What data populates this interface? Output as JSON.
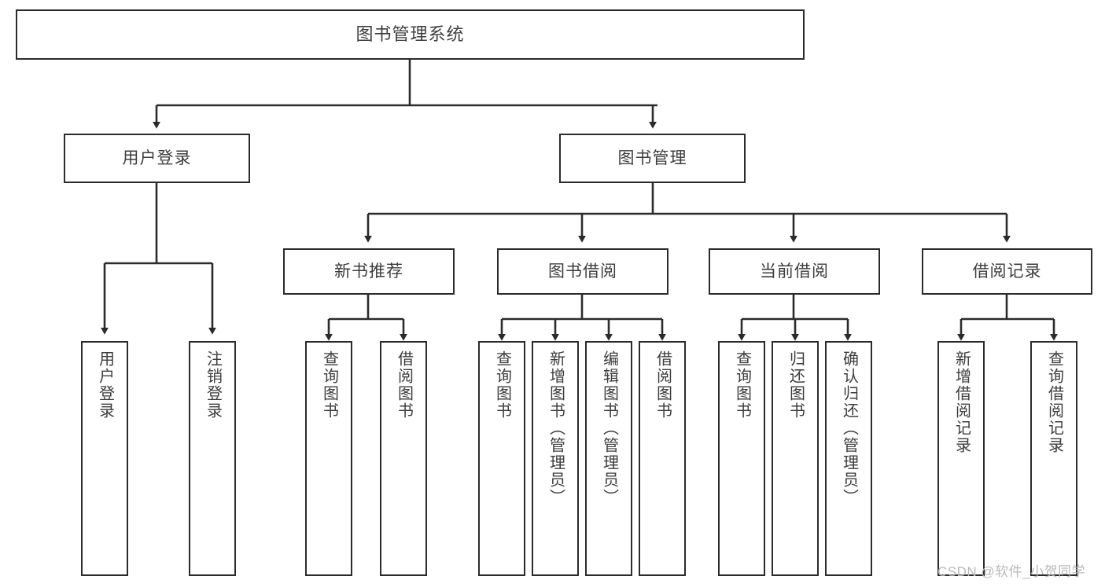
{
  "diagram": {
    "title": "图书管理系统",
    "type": "tree-hierarchy-chart",
    "background_color": "#ffffff",
    "line_color": "#2b2b2b",
    "text_color": "#3d3d3d",
    "root": {
      "label": "图书管理系统"
    },
    "level2": [
      {
        "label": "用户登录"
      },
      {
        "label": "图书管理"
      }
    ],
    "level3": [
      {
        "label": "新书推荐"
      },
      {
        "label": "图书借阅"
      },
      {
        "label": "当前借阅"
      },
      {
        "label": "借阅记录"
      }
    ],
    "leaves": {
      "user_login": [
        {
          "label": "用户登录"
        },
        {
          "label": "注销登录"
        }
      ],
      "new_book_recommend": [
        {
          "label": "查询图书"
        },
        {
          "label": "借阅图书"
        }
      ],
      "book_borrow": [
        {
          "label": "查询图书"
        },
        {
          "label": "新增图书（管理员）"
        },
        {
          "label": "编辑图书（管理员）"
        },
        {
          "label": "借阅图书"
        }
      ],
      "current_borrow": [
        {
          "label": "查询图书"
        },
        {
          "label": "归还图书"
        },
        {
          "label": "确认归还（管理员）"
        }
      ],
      "borrow_record": [
        {
          "label": "新增借阅记录"
        },
        {
          "label": "查询借阅记录"
        }
      ]
    }
  },
  "watermark": {
    "text": "CSDN @软件_小贺同学"
  }
}
